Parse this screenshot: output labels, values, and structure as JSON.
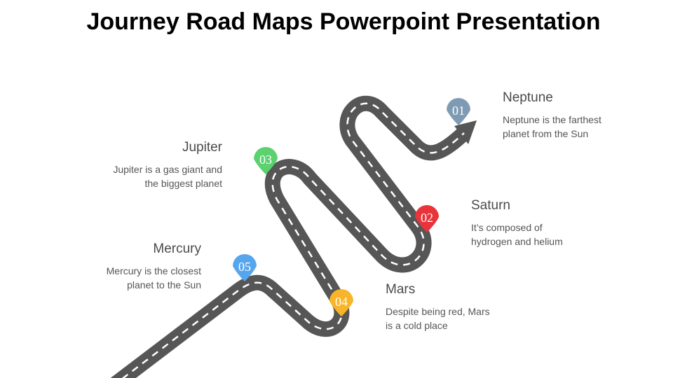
{
  "title": "Journey Road Maps Powerpoint Presentation",
  "colors": {
    "road": "#565656",
    "pin1": "#7f9bb3",
    "pin2": "#e8343a",
    "pin3": "#5bd16f",
    "pin4": "#f9b52a",
    "pin5": "#56a6ee"
  },
  "pins": [
    "01",
    "02",
    "03",
    "04",
    "05"
  ],
  "items": [
    {
      "name": "Neptune",
      "desc1": "Neptune is the farthest",
      "desc2": "planet from the Sun"
    },
    {
      "name": "Saturn",
      "desc1": "It’s composed of",
      "desc2": "hydrogen and helium"
    },
    {
      "name": "Jupiter",
      "desc1": "Jupiter is a gas giant and",
      "desc2": "the biggest planet"
    },
    {
      "name": "Mars",
      "desc1": "Despite being red, Mars",
      "desc2": "is a cold place"
    },
    {
      "name": "Mercury",
      "desc1": "Mercury is the closest",
      "desc2": "planet to the Sun"
    }
  ]
}
